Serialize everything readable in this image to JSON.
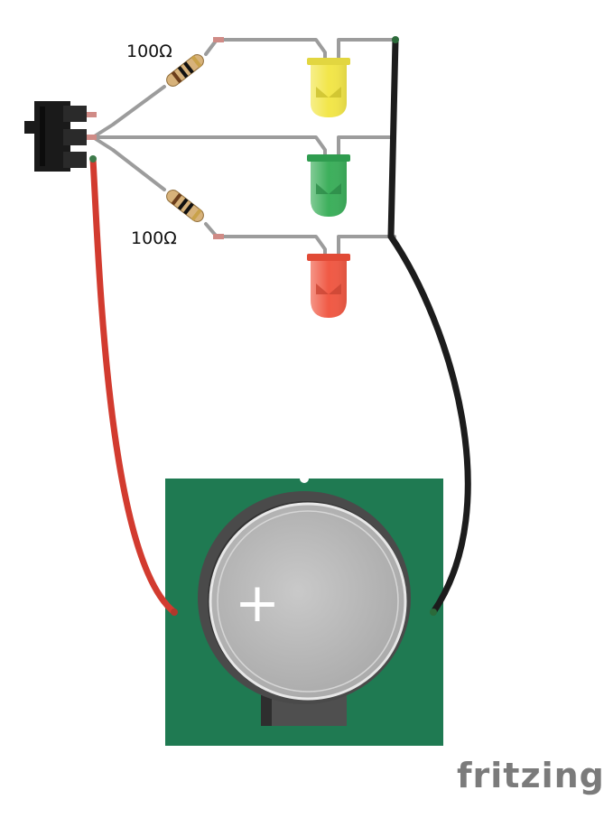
{
  "resistors": [
    {
      "label": "100Ω"
    },
    {
      "label": "100Ω"
    }
  ],
  "leds": [
    {
      "color_name": "yellow",
      "color": "#f2e64a"
    },
    {
      "color_name": "green",
      "color": "#3daf5c"
    },
    {
      "color_name": "red",
      "color": "#f05a45"
    }
  ],
  "wires": {
    "power": "#d23b2f",
    "ground": "#1c1c1c",
    "lead": "#9c9c9c"
  },
  "battery_board": {
    "pcb_color": "#1f7a52",
    "polarity_symbol": "+"
  },
  "brand": {
    "text": "fritzing"
  }
}
